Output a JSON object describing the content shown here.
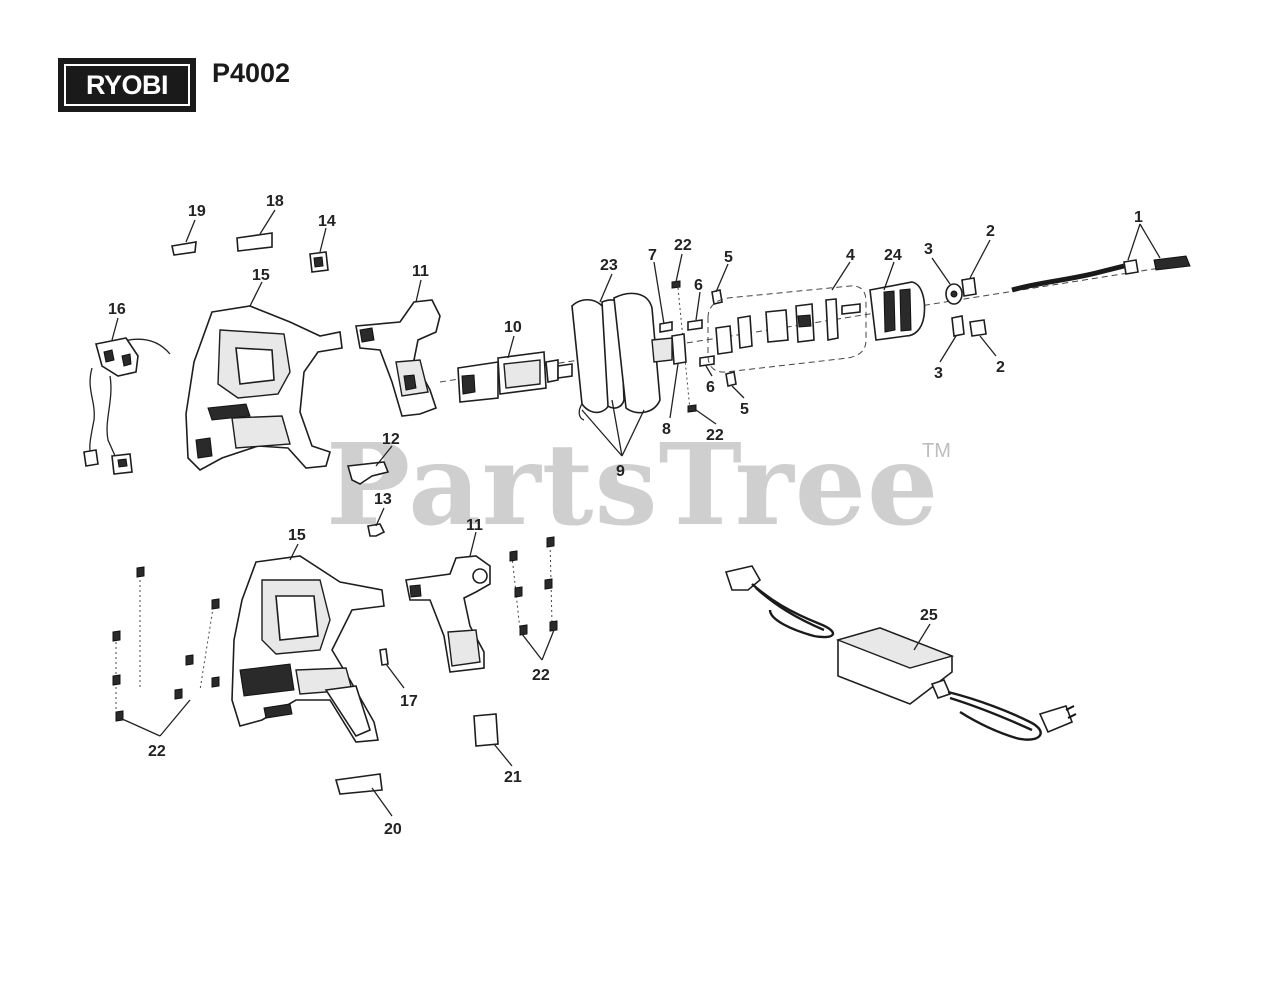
{
  "brand": "RYOBI",
  "model": "P4002",
  "watermark": "PartsTree",
  "trademark": "TM",
  "callouts": {
    "c1": "1",
    "c2a": "2",
    "c2b": "2",
    "c3a": "3",
    "c3b": "3",
    "c4": "4",
    "c5a": "5",
    "c5b": "5",
    "c6a": "6",
    "c6b": "6",
    "c7": "7",
    "c8": "8",
    "c9": "9",
    "c10": "10",
    "c11a": "11",
    "c11b": "11",
    "c12": "12",
    "c13": "13",
    "c14": "14",
    "c15a": "15",
    "c15b": "15",
    "c16": "16",
    "c17": "17",
    "c18": "18",
    "c19": "19",
    "c20": "20",
    "c21": "21",
    "c22a": "22",
    "c22b": "22",
    "c22c": "22",
    "c22d": "22",
    "c23": "23",
    "c24": "24",
    "c25": "25"
  }
}
